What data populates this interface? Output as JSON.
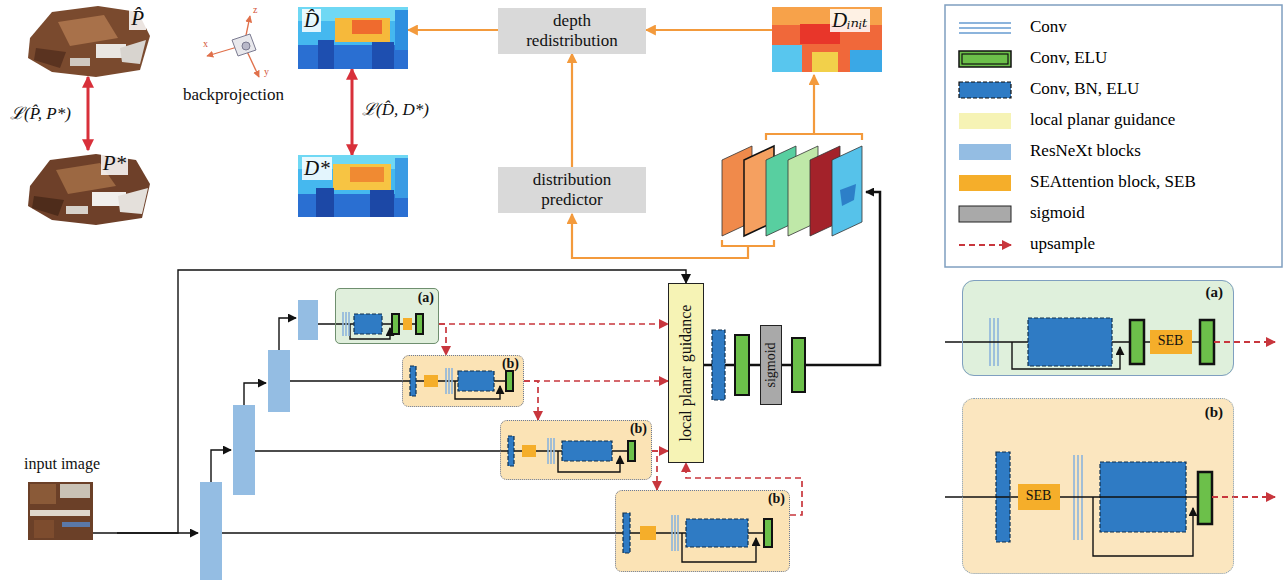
{
  "diagram": {
    "nodes": [
      {
        "text": [
          "P̂"
        ]
      },
      {
        "text": [
          "P*"
        ]
      },
      {
        "text": [
          "D̂"
        ]
      },
      {
        "text": [
          "D*"
        ]
      },
      {
        "text": [
          "depth redistribution"
        ]
      },
      {
        "text": [
          "Dᵢₙᵢₜ"
        ]
      },
      {
        "text": [
          "distribution predictor"
        ]
      },
      {
        "text": [
          "input image"
        ]
      },
      {
        "text": [
          "(a)"
        ]
      },
      {
        "text": [
          "(b)"
        ]
      },
      {
        "text": [
          "(b)"
        ]
      },
      {
        "text": [
          "(b)"
        ]
      },
      {
        "text": [
          "local planar guidance"
        ]
      },
      {
        "text": [
          "sigmoid"
        ]
      },
      {
        "text": [
          "(a)"
        ]
      },
      {
        "text": [
          "SEB"
        ],
        "in": 14
      },
      {
        "text": [
          "(b)"
        ]
      },
      {
        "text": [
          "SEB"
        ],
        "in": 16
      }
    ],
    "edges": [
      {
        "from": 0,
        "to": 1,
        "arrow": "both",
        "label": "ℒ(P̂, P*)"
      },
      {
        "from": 2,
        "to": 3,
        "arrow": "both",
        "label": "ℒ(D̂, D*)"
      },
      {
        "from": 5,
        "to": 4,
        "arrow": "to"
      },
      {
        "from": 4,
        "to": 2,
        "arrow": "to"
      },
      {
        "from": 6,
        "to": 4,
        "arrow": "to"
      },
      {
        "from": 7,
        "to": 12,
        "arrow": "to"
      },
      {
        "from": 8,
        "to": 12,
        "arrow": "to"
      },
      {
        "from": 8,
        "to": 9,
        "arrow": "to"
      },
      {
        "from": 9,
        "to": 12,
        "arrow": "to"
      },
      {
        "from": 9,
        "to": 10,
        "arrow": "to"
      },
      {
        "from": 10,
        "to": 12,
        "arrow": "to"
      },
      {
        "from": 10,
        "to": 11,
        "arrow": "to"
      },
      {
        "from": 11,
        "to": 12,
        "arrow": "to"
      },
      {
        "from": 12,
        "to": 13,
        "arrow": "none"
      }
    ],
    "labels": [
      "z",
      "x",
      "y",
      "backprojection"
    ],
    "legend": [
      {
        "text": "Conv"
      },
      {
        "text": "Conv, ELU",
        "color": "#6cc04a"
      },
      {
        "text": "Conv, BN, ELU",
        "color": "#2f7bc4"
      },
      {
        "text": "local planar guidance",
        "color": "#f6f3b5"
      },
      {
        "text": "ResNeXt blocks",
        "color": "#94bde3"
      },
      {
        "text": "SEAttention block, SEB",
        "color": "#f5ae2a"
      },
      {
        "text": "sigmoid",
        "color": "#a9a9a9"
      },
      {
        "text": "upsample"
      }
    ]
  }
}
